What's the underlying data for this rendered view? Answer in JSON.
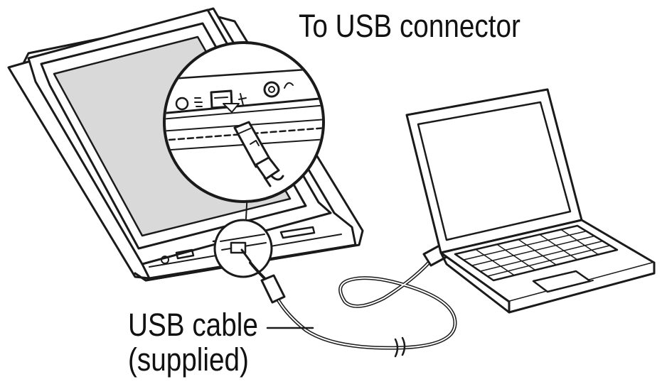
{
  "labels": {
    "usb_connector": "To USB connector",
    "usb_cable": "USB cable",
    "supplied": "(supplied)"
  },
  "colors": {
    "line": "#1a1a1a",
    "screen_fill": "#d9d9d9",
    "background": "#ffffff"
  },
  "icons": [
    "ebook-reader-device",
    "usb-port-magnifier",
    "usb-plug",
    "usb-cable",
    "ferrite-core",
    "laptop-computer"
  ]
}
